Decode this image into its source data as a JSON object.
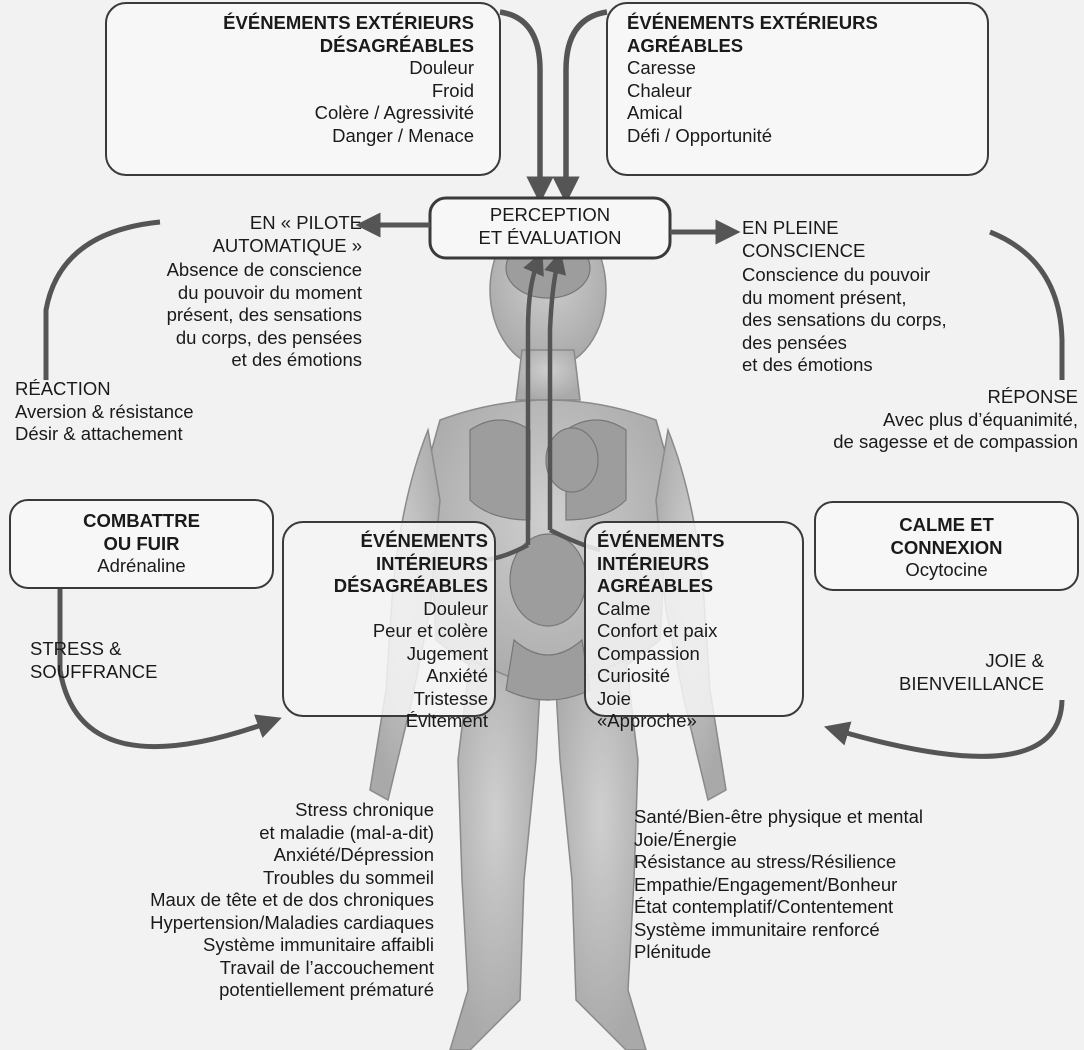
{
  "top_left_box": {
    "title_lines": [
      "ÉVÉNEMENTS EXTÉRIEURS",
      "DÉSAGRÉABLES"
    ],
    "items": [
      "Douleur",
      "Froid",
      "Colère / Agressivité",
      "Danger / Menace"
    ]
  },
  "top_right_box": {
    "title_lines": [
      "ÉVÉNEMENTS EXTÉRIEURS",
      "AGRÉABLES"
    ],
    "items": [
      "Caresse",
      "Chaleur",
      "Amical",
      "Défi / Opportunité"
    ]
  },
  "perception_box": {
    "lines": [
      "PERCEPTION",
      "ET ÉVALUATION"
    ]
  },
  "left_column": {
    "mode_lines": [
      "EN « PILOTE",
      "AUTOMATIQUE »"
    ],
    "mode_desc": [
      "Absence de conscience",
      "du pouvoir du moment",
      "présent, des sensations",
      "du corps, des pensées",
      "et des émotions"
    ],
    "reaction_title": "RÉACTION",
    "reaction_items": [
      "Aversion & résistance",
      "Désir & attachement"
    ],
    "stress_lines": [
      "STRESS &",
      "SOUFFRANCE"
    ]
  },
  "right_column": {
    "mode_lines": [
      "EN PLEINE",
      "CONSCIENCE"
    ],
    "mode_desc": [
      "Conscience du pouvoir",
      "du moment présent,",
      "des sensations du corps,",
      "des pensées",
      "et des émotions"
    ],
    "response_title": "RÉPONSE",
    "response_items": [
      "Avec plus d’équanimité,",
      "de sagesse et de compassion"
    ],
    "joy_lines": [
      "JOIE &",
      "BIENVEILLANCE"
    ]
  },
  "fight_box": {
    "title_lines": [
      "COMBATTRE",
      "OU FUIR"
    ],
    "hormone": "Adrénaline"
  },
  "calm_box": {
    "title_lines": [
      "CALME ET",
      "CONNEXION"
    ],
    "hormone": "Ocytocine"
  },
  "inner_unpleasant_box": {
    "title_lines": [
      "ÉVÉNEMENTS",
      "INTÉRIEURS",
      "DÉSAGRÉABLES"
    ],
    "items": [
      "Douleur",
      "Peur et colère",
      "Jugement",
      "Anxiété",
      "Tristesse",
      "Évitement"
    ]
  },
  "inner_pleasant_box": {
    "title_lines": [
      "ÉVÉNEMENTS",
      "INTÉRIEURS",
      "AGRÉABLES"
    ],
    "items": [
      "Calme",
      "Confort et paix",
      "Compassion",
      "Curiosité",
      "Joie",
      "«Approche»"
    ]
  },
  "bottom_left_outcomes": [
    "Stress chronique",
    "et maladie (mal-a-dit)",
    "Anxiété/Dépression",
    "Troubles du sommeil",
    "Maux de tête et de dos chroniques",
    "Hypertension/Maladies cardiaques",
    "Système immunitaire affaibli",
    "Travail de l’accouchement",
    "potentiellement prématuré"
  ],
  "bottom_right_outcomes": [
    "Santé/Bien-être physique et mental",
    "Joie/Énergie",
    "Résistance au stress/Résilience",
    "Empathie/Engagement/Bonheur",
    "État contemplatif/Contentement",
    "Système immunitaire renforcé",
    "Plénitude"
  ],
  "colors": {
    "ink": "#1a1a1a",
    "arrow": "#555555",
    "box_stroke": "#3a3a3a",
    "body": "#b5b5b5",
    "background": "#f2f2f2"
  }
}
